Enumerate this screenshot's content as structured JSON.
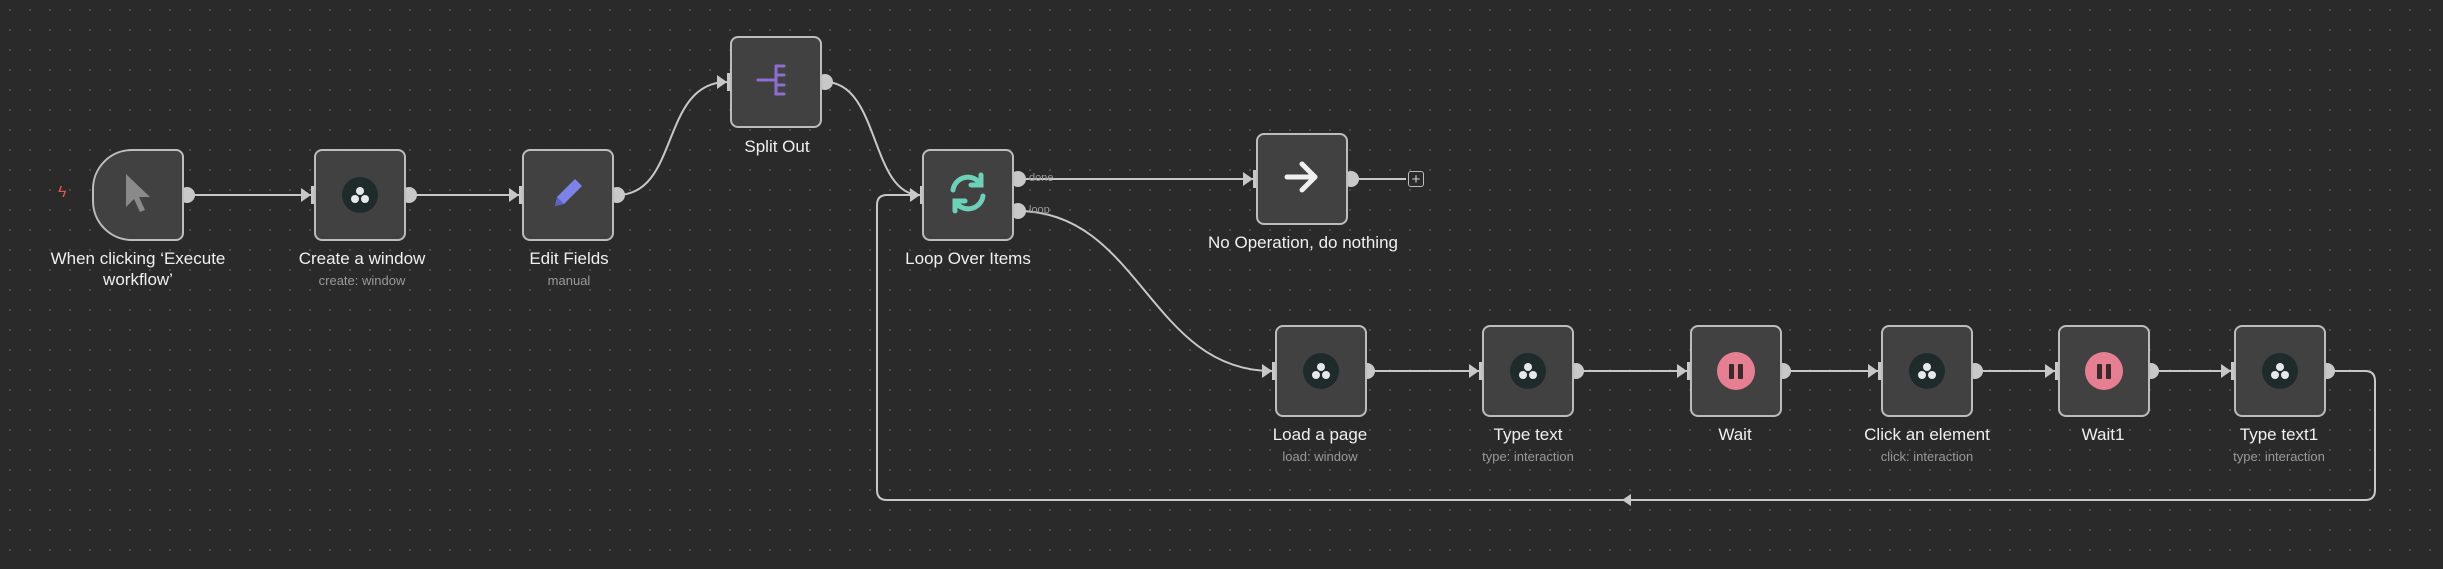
{
  "canvas": {
    "background": "#2a2a2a",
    "edge_color": "#c8c8c8",
    "node_border": "#bdbdbd"
  },
  "nodes": {
    "trigger": {
      "label": "When clicking ‘Execute workflow’",
      "icon": "cursor-icon"
    },
    "create_window": {
      "label": "Create a window",
      "sub": "create: window",
      "icon": "app-logo-icon"
    },
    "edit_fields": {
      "label": "Edit Fields",
      "sub": "manual",
      "icon": "pencil-icon",
      "icon_color": "#7b83e8"
    },
    "split_out": {
      "label": "Split Out",
      "icon": "split-icon",
      "icon_color": "#8e6fd1"
    },
    "loop": {
      "label": "Loop Over Items",
      "icon": "loop-icon",
      "icon_color": "#6fd0b8",
      "ports": [
        "done",
        "loop"
      ]
    },
    "noop": {
      "label": "No Operation, do nothing",
      "icon": "arrow-right-icon"
    },
    "load_page": {
      "label": "Load a page",
      "sub": "load: window",
      "icon": "app-logo-icon"
    },
    "type_text": {
      "label": "Type text",
      "sub": "type: interaction",
      "icon": "app-logo-icon"
    },
    "wait": {
      "label": "Wait",
      "icon": "pause-icon",
      "icon_color": "#e77f92"
    },
    "click_element": {
      "label": "Click an element",
      "sub": "click: interaction",
      "icon": "app-logo-icon"
    },
    "wait1": {
      "label": "Wait1",
      "icon": "pause-icon",
      "icon_color": "#e77f92"
    },
    "type_text1": {
      "label": "Type text1",
      "sub": "type: interaction",
      "icon": "app-logo-icon"
    }
  },
  "add_node": {
    "symbol": "+"
  }
}
